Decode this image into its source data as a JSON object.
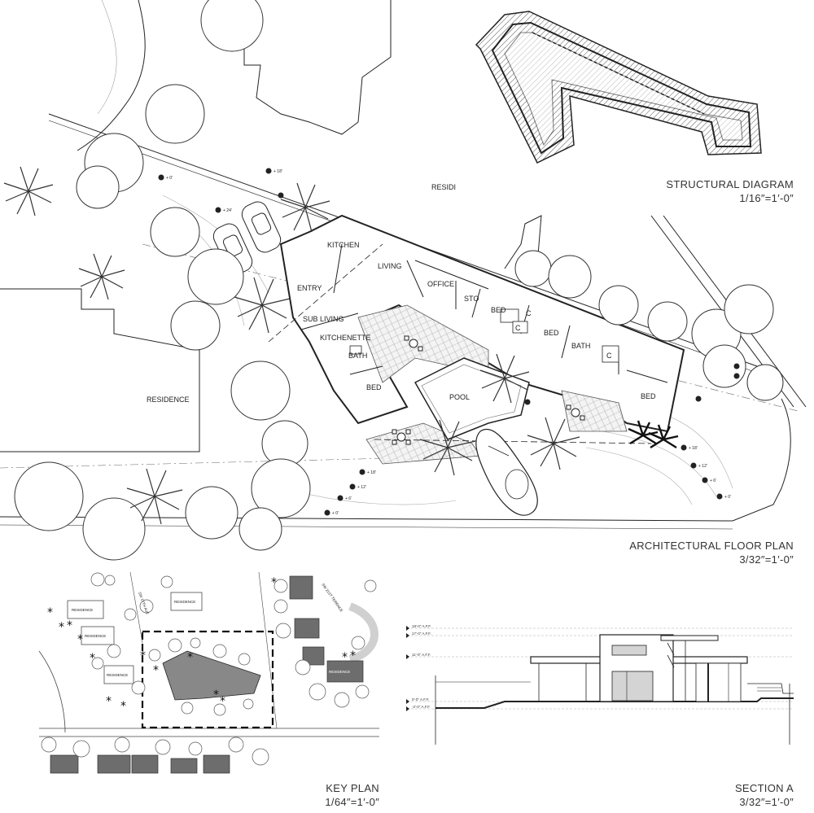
{
  "sheet": {
    "structural_diagram": {
      "title": "STRUCTURAL DIAGRAM",
      "scale": "1/16″=1′-0″"
    },
    "floor_plan": {
      "title": "ARCHITECTURAL FLOOR PLAN",
      "scale": "3/32″=1′-0″"
    },
    "key_plan": {
      "title": "KEY PLAN",
      "scale": "1/64″=1′-0″"
    },
    "section": {
      "title": "SECTION A",
      "scale": "3/32″=1′-0″"
    }
  },
  "plan_labels": {
    "residi": "RESIDI",
    "residence": "RESIDENCE",
    "kitchen": "KITCHEN",
    "living": "LIVING",
    "office": "OFFICE",
    "entry": "ENTRY",
    "sto": "STO",
    "bed": "BED",
    "c": "C",
    "sub_living": "SUB LIVING",
    "kitchenette": "KITCHENETTE",
    "bath": "BATH",
    "pool": "POOL"
  },
  "spot_elevations": [
    "+ 18'",
    "+ 24'",
    "+ 0'",
    "+ 18'",
    "+ 12'",
    "+ 6'",
    "+ 0'",
    "+ 18'",
    "+ 12'",
    "+ 6'",
    "+ 0'"
  ],
  "key_plan_labels": {
    "street_1": "SW 17TH AVE",
    "street_2": "SW 21ST TERRACE",
    "residence": "RESIDENCE"
  },
  "section_levels": [
    "18'-0\" A.F.F.",
    "17'-0\" A.F.F.",
    "11'-0\" A.F.F.",
    "0'-0\" A.F.F.",
    "-2'-0\" A.F.F."
  ]
}
